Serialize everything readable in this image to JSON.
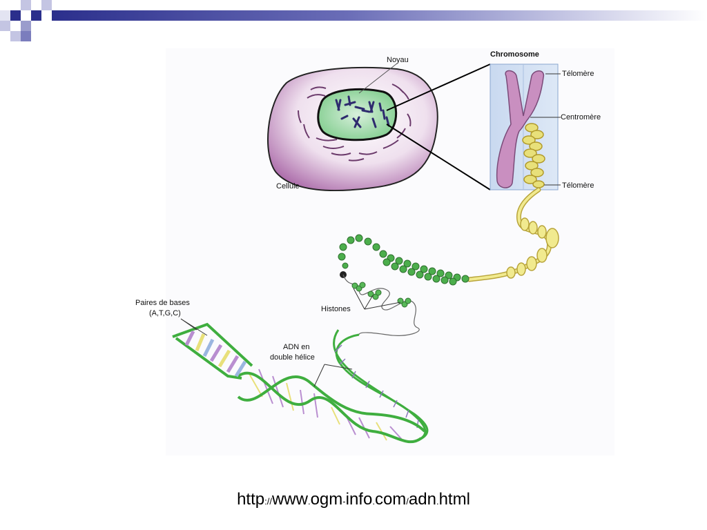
{
  "diagram": {
    "labels": {
      "noyau": "Noyau",
      "cellule": "Cellule",
      "chromosome": "Chromosome",
      "telomere_top": "Télomère",
      "centromere": "Centromère",
      "telomere_bottom": "Télomère",
      "histones": "Histones",
      "paires_line1": "Paires de bases",
      "paires_line2": "(A,T,G,C)",
      "adn_line1": "ADN en",
      "adn_line2": "double hélice"
    }
  },
  "source": {
    "p1": "http",
    "p2": "://",
    "p3": "www",
    "p4": ".",
    "p5": "ogm",
    "p6": "-",
    "p7": "info",
    "p8": ".",
    "p9": "com",
    "p10": "/",
    "p11": "adn",
    "p12": ".",
    "p13": "html"
  },
  "colors": {
    "accent_dark": "#2b2f8c",
    "accent_light": "#9a9ccc",
    "cell": "#a865a6",
    "nucleus": "#7fcc8c",
    "chromosome": "#c98fc0",
    "chromatin": "#e8e07a",
    "dna_green": "#3fae3f"
  }
}
